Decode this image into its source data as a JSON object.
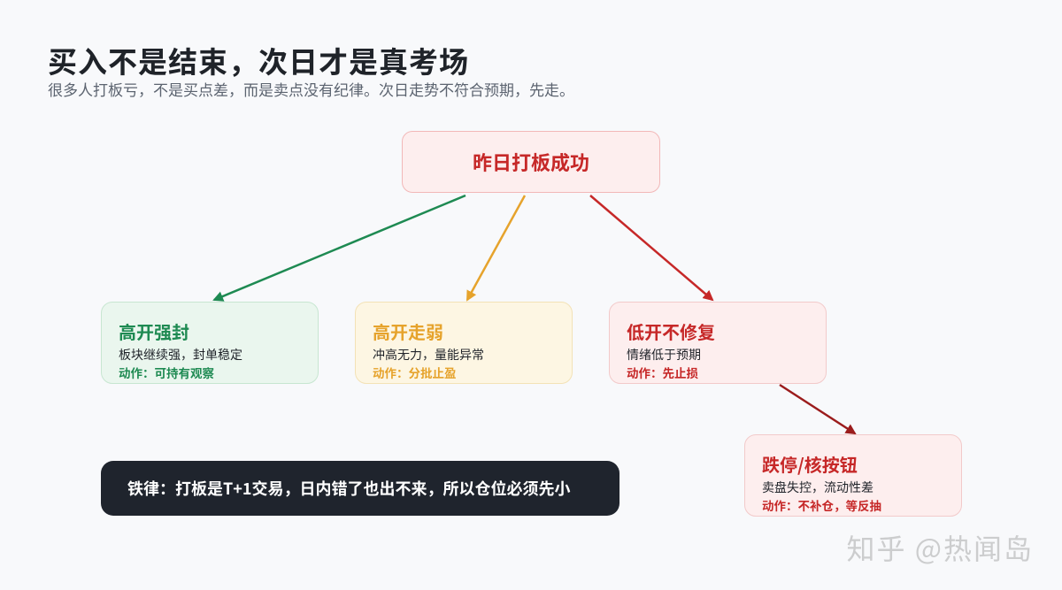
{
  "header": {
    "title": "买入不是结束，次日才是真考场",
    "subtitle": "很多人打板亏，不是买点差，而是卖点没有纪律。次日走势不符合预期，先走。"
  },
  "diagram": {
    "root": {
      "label": "昨日打板成功",
      "color": "#c62828"
    },
    "branches": [
      {
        "title": "高开强封",
        "desc": "板块继续强，封单稳定",
        "action": "动作：可持有观察",
        "color": "#1e8a52"
      },
      {
        "title": "高开走弱",
        "desc": "冲高无力，量能异常",
        "action": "动作：分批止盈",
        "color": "#e6a32c"
      },
      {
        "title": "低开不修复",
        "desc": "情绪低于预期",
        "action": "动作：先止损",
        "color": "#c62828"
      }
    ],
    "sub_branch": {
      "title": "跌停/核按钮",
      "desc": "卖盘失控，流动性差",
      "action": "动作：不补仓，等反抽",
      "color": "#c62828",
      "arrow_color": "#9b1c1c"
    }
  },
  "rule": {
    "text": "铁律：打板是T+1交易，日内错了也出不来，所以仓位必须先小"
  },
  "watermark": {
    "text": "知乎 @热闻岛"
  }
}
